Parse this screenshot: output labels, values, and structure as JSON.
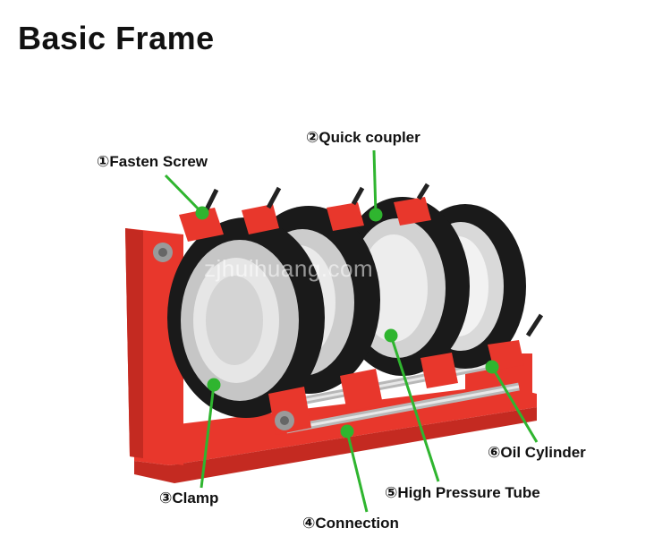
{
  "title": "Basic Frame",
  "watermark": "zjhuihuang.com",
  "labels": [
    {
      "id": "fasten-screw",
      "text": "①Fasten Screw"
    },
    {
      "id": "quick-coupler",
      "text": "②Quick coupler"
    },
    {
      "id": "clamp",
      "text": "③Clamp"
    },
    {
      "id": "connection",
      "text": "④Connection"
    },
    {
      "id": "high-pressure-tube",
      "text": "⑤High Pressure Tube"
    },
    {
      "id": "oil-cylinder",
      "text": "⑥Oil Cylinder"
    }
  ],
  "colors": {
    "frame_red": "#e8372c",
    "clamp_black": "#1a1a1a",
    "insert_silver": "#cfcfcf",
    "pointer_green": "#2fb52f"
  }
}
